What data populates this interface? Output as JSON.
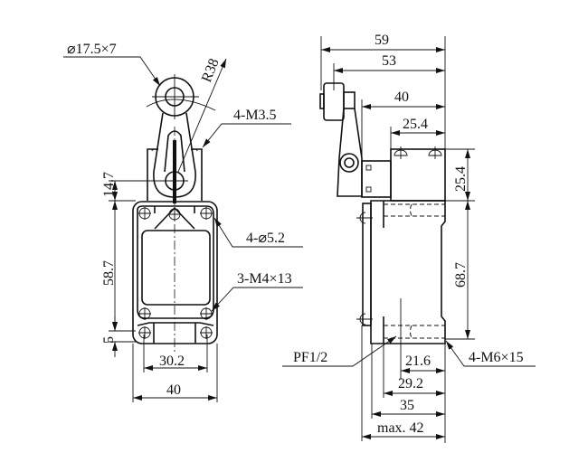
{
  "front_view": {
    "roller_label": "⌀17.5×7",
    "radius_label": "R38",
    "screw_label": "4-M3.5",
    "hole_label": "4-⌀5.2",
    "mount_label": "3-M4×13",
    "dim_14_7": "14.7",
    "dim_58_7": "58.7",
    "dim_5": "5",
    "dim_30_2": "30.2",
    "dim_40": "40"
  },
  "side_view": {
    "dim_59": "59",
    "dim_53": "53",
    "dim_40": "40",
    "dim_25_4_h": "25.4",
    "dim_25_4_v": "25.4",
    "dim_68_7": "68.7",
    "conduit_label": "PF1/2",
    "thread_label": "4-M6×15",
    "dim_21_6": "21.6",
    "dim_29_2": "29.2",
    "dim_35": "35",
    "dim_max42": "max. 42"
  }
}
